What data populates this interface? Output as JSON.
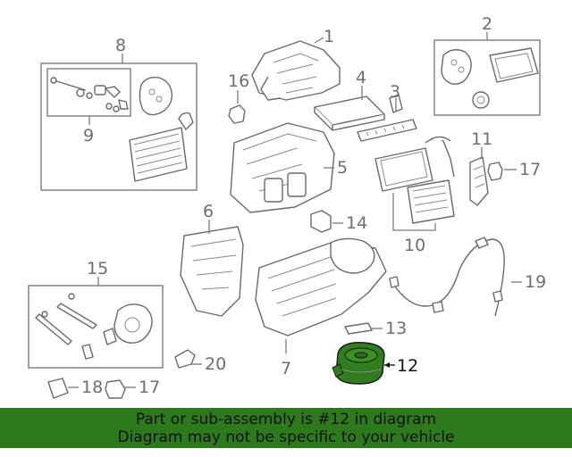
{
  "callouts": {
    "c1": "1",
    "c2": "2",
    "c3": "3",
    "c4": "4",
    "c5": "5",
    "c6": "6",
    "c7": "7",
    "c8": "8",
    "c9": "9",
    "c10": "10",
    "c11": "11",
    "c12": "12",
    "c13": "13",
    "c14": "14",
    "c15": "15",
    "c16": "16",
    "c17a": "17",
    "c17b": "17",
    "c18": "18",
    "c19": "19",
    "c20": "20"
  },
  "highlight": {
    "part_number": "12",
    "color": "#2f7d1e"
  },
  "banner": {
    "line1": "Part or sub-assembly is #12 in diagram",
    "line2": "Diagram may not be specific to your vehicle",
    "background": "#2c7a1c"
  }
}
